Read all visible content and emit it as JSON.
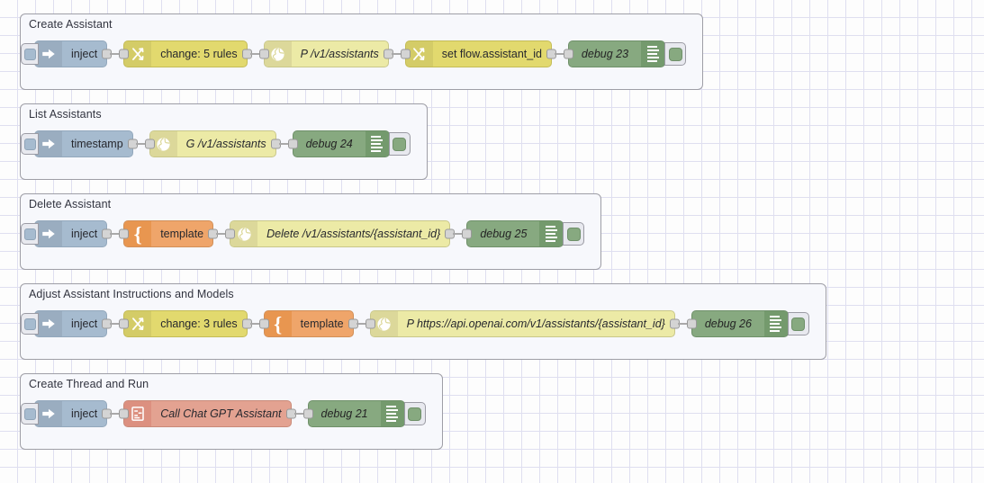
{
  "canvas": {
    "grid_color": "#dfdff0",
    "background": "#fdfdfd"
  },
  "palette": {
    "inject": "#a6bbcf",
    "change": "#e2d96e",
    "http_request": "#eceaa6",
    "template": "#efa56a",
    "subflow": "#e3a291",
    "debug": "#87a980",
    "group_border": "#9e9ea6",
    "group_background": "#f7f8fc"
  },
  "groups": [
    {
      "name": "create-assistant",
      "label": "Create Assistant",
      "nodes": [
        {
          "type": "inject",
          "label": "inject",
          "icon": "arrow-right-icon",
          "italic": false,
          "has_button": true
        },
        {
          "type": "change",
          "label": "change: 5 rules",
          "icon": "swap-arrows-icon",
          "italic": false
        },
        {
          "type": "http",
          "label": "P /v1/assistants",
          "icon": "globe-icon",
          "italic": true
        },
        {
          "type": "change",
          "label": "set flow.assistant_id",
          "icon": "swap-arrows-icon",
          "italic": false
        },
        {
          "type": "debug",
          "label": "debug 23",
          "icon": "debug-list-icon",
          "italic": true,
          "has_button": true
        }
      ]
    },
    {
      "name": "list-assistants",
      "label": "List Assistants",
      "nodes": [
        {
          "type": "inject",
          "label": "timestamp",
          "icon": "arrow-right-icon",
          "italic": false,
          "has_button": true
        },
        {
          "type": "http",
          "label": "G /v1/assistants",
          "icon": "globe-icon",
          "italic": true
        },
        {
          "type": "debug",
          "label": "debug 24",
          "icon": "debug-list-icon",
          "italic": true,
          "has_button": true
        }
      ]
    },
    {
      "name": "delete-assistant",
      "label": "Delete Assistant",
      "nodes": [
        {
          "type": "inject",
          "label": "inject",
          "icon": "arrow-right-icon",
          "italic": false,
          "has_button": true
        },
        {
          "type": "template",
          "label": "template",
          "icon": "brace-icon",
          "italic": false
        },
        {
          "type": "http",
          "label": "Delete /v1/assistants/{assistant_id}",
          "icon": "globe-icon",
          "italic": true
        },
        {
          "type": "debug",
          "label": "debug 25",
          "icon": "debug-list-icon",
          "italic": true,
          "has_button": true
        }
      ]
    },
    {
      "name": "adjust-assistant-instructions-and-models",
      "label": "Adjust Assistant Instructions and Models",
      "nodes": [
        {
          "type": "inject",
          "label": "inject",
          "icon": "arrow-right-icon",
          "italic": false,
          "has_button": true
        },
        {
          "type": "change",
          "label": "change: 3 rules",
          "icon": "swap-arrows-icon",
          "italic": false
        },
        {
          "type": "template",
          "label": "template",
          "icon": "brace-icon",
          "italic": false
        },
        {
          "type": "http",
          "label": "P https://api.openai.com/v1/assistants/{assistant_id}",
          "icon": "globe-icon",
          "italic": true
        },
        {
          "type": "debug",
          "label": "debug 26",
          "icon": "debug-list-icon",
          "italic": true,
          "has_button": true
        }
      ]
    },
    {
      "name": "create-thread-and-run",
      "label": "Create Thread and Run",
      "nodes": [
        {
          "type": "inject",
          "label": "inject",
          "icon": "arrow-right-icon",
          "italic": false,
          "has_button": true
        },
        {
          "type": "subflow",
          "label": "Call Chat GPT Assistant",
          "icon": "subflow-doc-icon",
          "italic": true
        },
        {
          "type": "debug",
          "label": "debug 21",
          "icon": "debug-list-icon",
          "italic": true,
          "has_button": true
        }
      ]
    }
  ]
}
